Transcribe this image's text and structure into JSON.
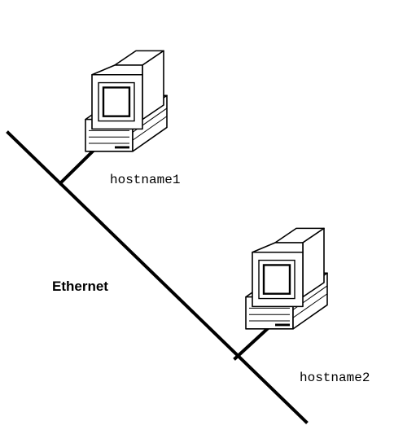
{
  "network": {
    "label": "Ethernet"
  },
  "hosts": [
    {
      "name": "hostname1",
      "icon": "workstation-icon"
    },
    {
      "name": "hostname2",
      "icon": "workstation-icon"
    }
  ],
  "colors": {
    "stroke": "#000000",
    "background": "#ffffff"
  }
}
